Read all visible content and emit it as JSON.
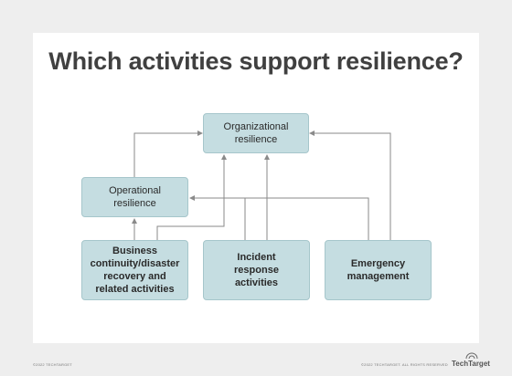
{
  "title": "Which activities support resilience?",
  "nodes": {
    "organizational": "Organizational\nresilience",
    "operational": "Operational\nresilience",
    "business_continuity": "Business\ncontinuity/disaster\nrecovery and\nrelated activities",
    "incident_response": "Incident\nresponse\nactivities",
    "emergency": "Emergency\nmanagement"
  },
  "colors": {
    "box_fill": "#c5dde1",
    "box_border": "#a6c6cb",
    "connector": "#8a8a8a",
    "title": "#404040"
  },
  "footer": {
    "left": "©2022 TECHTARGET",
    "right": "©2022 TECHTARGET. ALL RIGHTS RESERVED",
    "brand": "TechTarget"
  }
}
